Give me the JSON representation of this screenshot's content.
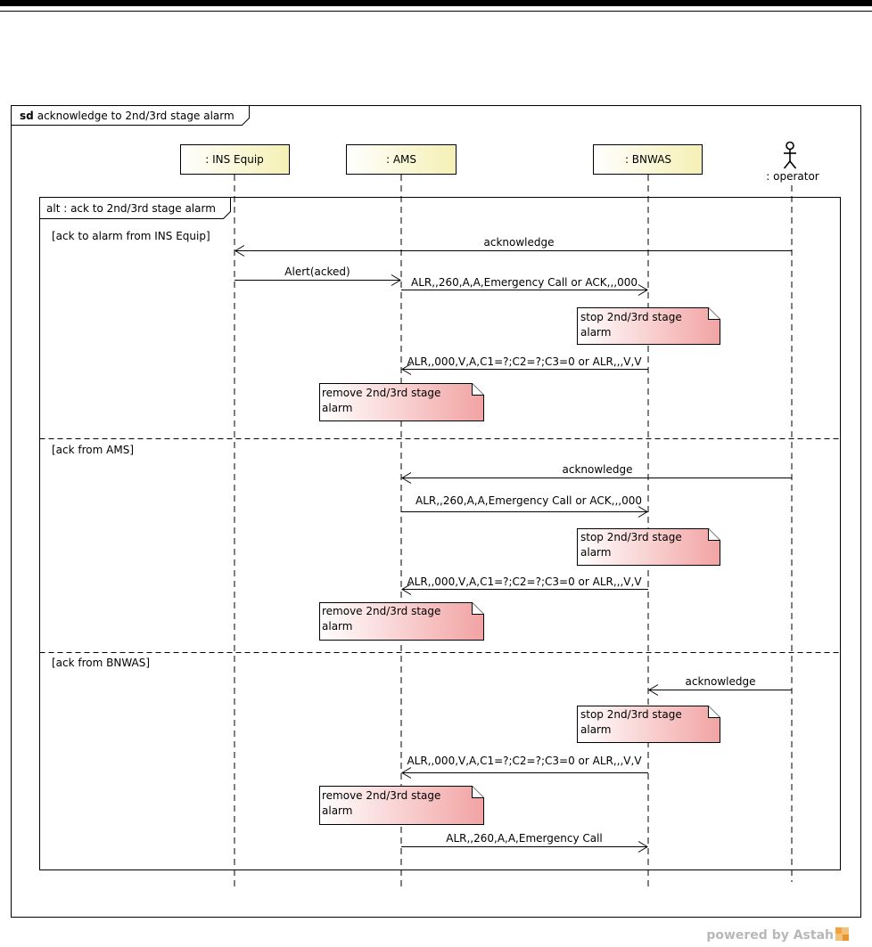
{
  "diagram": {
    "kind": "sd",
    "name": "acknowledge to 2nd/3rd stage alarm"
  },
  "participants": [
    {
      "id": "ins",
      "label": ": INS Equip",
      "type": "box"
    },
    {
      "id": "ams",
      "label": ": AMS",
      "type": "box"
    },
    {
      "id": "bnwas",
      "label": ": BNWAS",
      "type": "box"
    },
    {
      "id": "operator",
      "label": ": operator",
      "type": "actor"
    }
  ],
  "fragment": {
    "label": "alt : ack to 2nd/3rd stage alarm",
    "operands": [
      {
        "guard": "[ack to alarm from INS Equip]",
        "messages": [
          {
            "from": "operator",
            "to": "ins",
            "label": "acknowledge"
          },
          {
            "from": "ins",
            "to": "ams",
            "label": "Alert(acked)"
          },
          {
            "from": "ams",
            "to": "bnwas",
            "label": "ALR,,260,A,A,Emergency Call or ACK,,,000"
          },
          {
            "from": "bnwas",
            "to": "ams",
            "label": "ALR,,000,V,A,C1=?;C2=?;C3=0 or ALR,,,V,V"
          }
        ],
        "notes": [
          {
            "anchor": "bnwas",
            "lines": [
              "stop 2nd/3rd stage",
              "alarm"
            ]
          },
          {
            "anchor": "ams",
            "lines": [
              "remove 2nd/3rd stage",
              "alarm"
            ]
          }
        ]
      },
      {
        "guard": "[ack from AMS]",
        "messages": [
          {
            "from": "operator",
            "to": "ams",
            "label": "acknowledge"
          },
          {
            "from": "ams",
            "to": "bnwas",
            "label": "ALR,,260,A,A,Emergency Call or ACK,,,000"
          },
          {
            "from": "bnwas",
            "to": "ams",
            "label": "ALR,,000,V,A,C1=?;C2=?;C3=0 or ALR,,,V,V"
          }
        ],
        "notes": [
          {
            "anchor": "bnwas",
            "lines": [
              "stop 2nd/3rd stage",
              "alarm"
            ]
          },
          {
            "anchor": "ams",
            "lines": [
              "remove 2nd/3rd stage",
              "alarm"
            ]
          }
        ]
      },
      {
        "guard": "[ack from BNWAS]",
        "messages": [
          {
            "from": "operator",
            "to": "bnwas",
            "label": "acknowledge"
          },
          {
            "from": "bnwas",
            "to": "ams",
            "label": "ALR,,000,V,A,C1=?;C2=?;C3=0 or ALR,,,V,V"
          },
          {
            "from": "ams",
            "to": "bnwas",
            "label": "ALR,,260,A,A,Emergency Call"
          }
        ],
        "notes": [
          {
            "anchor": "bnwas",
            "lines": [
              "stop 2nd/3rd stage",
              "alarm"
            ]
          },
          {
            "anchor": "ams",
            "lines": [
              "remove 2nd/3rd stage",
              "alarm"
            ]
          }
        ]
      }
    ]
  },
  "watermark": {
    "text": "powered by Astah"
  }
}
